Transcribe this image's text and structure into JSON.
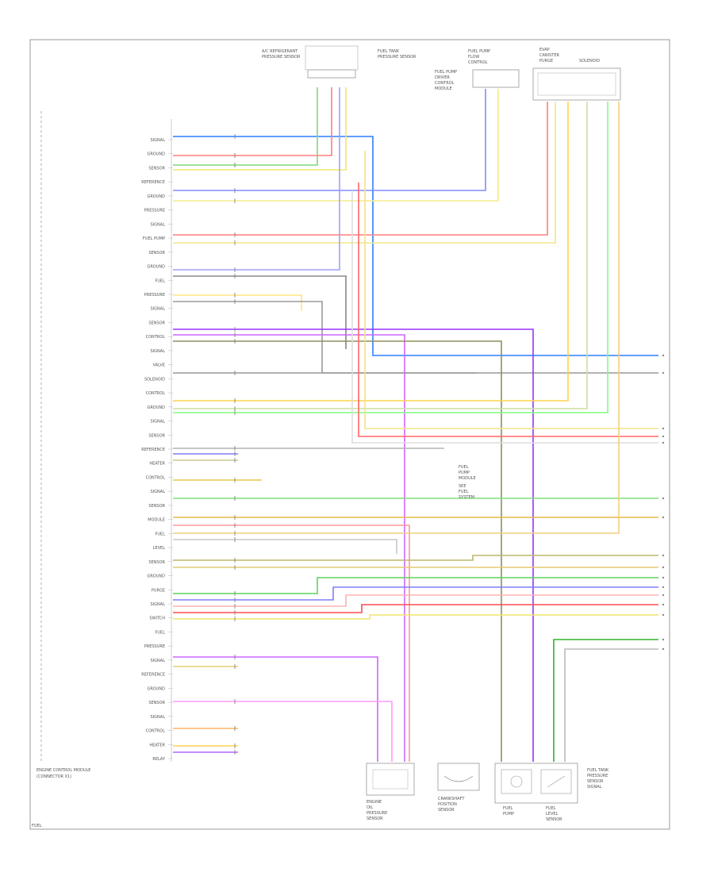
{
  "diagram": {
    "ecm_pin_labels": [
      "SIGNAL",
      "GROUND",
      "SENSOR",
      "REFERENCE",
      "GROUND",
      "PRESSURE",
      "SIGNAL",
      "FUEL PUMP",
      "SENSOR",
      "GROUND",
      "FUEL",
      "PRESSURE",
      "SIGNAL",
      "SENSOR",
      "CONTROL",
      "SIGNAL",
      "VALVE",
      "SOLENOID",
      "CONTROL",
      "GROUND",
      "SIGNAL",
      "SENSOR",
      "REFERENCE",
      "HEATER",
      "CONTROL",
      "SIGNAL",
      "SENSOR",
      "MODULE",
      "FUEL",
      "LEVEL",
      "SENSOR",
      "GROUND",
      "PURGE",
      "SIGNAL",
      "SWITCH",
      "FUEL",
      "PRESSURE",
      "SIGNAL",
      "REFERENCE",
      "GROUND",
      "SENSOR",
      "SIGNAL",
      "CONTROL",
      "HEATER",
      "RELAY"
    ],
    "ecm_caption": [
      "ENGINE CONTROL MODULE",
      "(CONNECTOR X1)"
    ],
    "footnote": "FUEL",
    "top_components": [
      [
        "A/C REFRIGERANT",
        "PRESSURE SENSOR"
      ],
      [
        "FUEL TANK",
        "PRESSURE SENSOR"
      ],
      [
        "FUEL PUMP",
        "DRIVER",
        "CONTROL",
        "MODULE"
      ],
      [
        "FUEL PUMP",
        "FLOW",
        "CONTROL"
      ],
      [
        "EVAP",
        "CANISTER",
        "PURGE",
        "SOLENOID"
      ]
    ],
    "mid_notes": [
      [
        "FUEL",
        "PUMP",
        "MODULE"
      ],
      [
        "SEE",
        "FUEL",
        "SYSTEM"
      ]
    ],
    "bottom_components": [
      [
        "ENGINE",
        "OIL",
        "PRESSURE",
        "SENSOR"
      ],
      [
        "CRANKSHAFT",
        "POSITION",
        "SENSOR"
      ],
      [
        "FUEL",
        "PUMP"
      ],
      [
        "FUEL",
        "LEVEL",
        "SENSOR"
      ]
    ],
    "right_note": [
      "FUEL TANK",
      "PRESSURE",
      "SENSOR",
      "SIGNAL"
    ]
  }
}
